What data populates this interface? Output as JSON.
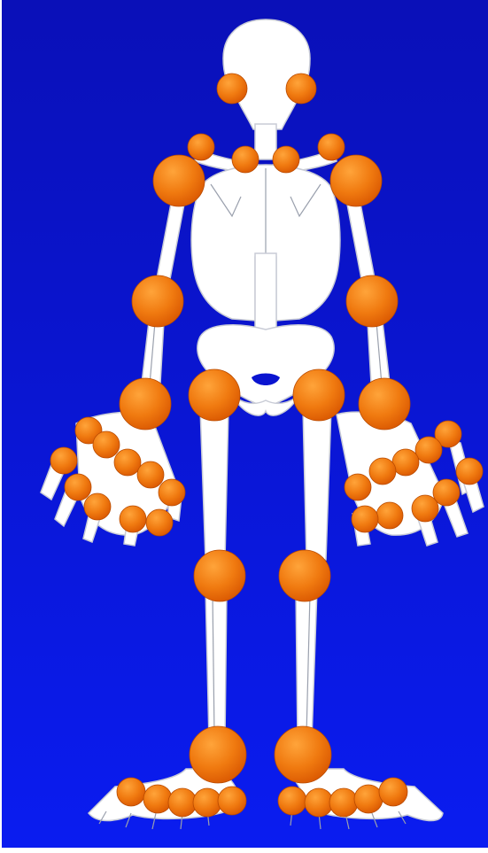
{
  "colors": {
    "background_top": "#0a10b8",
    "background_bottom": "#0a1cf0",
    "skeleton": "#ffffff",
    "joint_highlight": "#ffa43a",
    "joint_mid": "#f07a10",
    "joint_shadow": "#d85500"
  },
  "joints": [
    {
      "group": "jaw",
      "side": "right"
    },
    {
      "group": "jaw",
      "side": "left"
    },
    {
      "group": "acromioclavicular",
      "side": "right"
    },
    {
      "group": "sternoclavicular",
      "side": "right"
    },
    {
      "group": "sternoclavicular",
      "side": "left"
    },
    {
      "group": "acromioclavicular",
      "side": "left"
    },
    {
      "group": "shoulder",
      "side": "right"
    },
    {
      "group": "shoulder",
      "side": "left"
    },
    {
      "group": "elbow",
      "side": "right"
    },
    {
      "group": "elbow",
      "side": "left"
    },
    {
      "group": "wrist",
      "side": "right"
    },
    {
      "group": "hip",
      "side": "right"
    },
    {
      "group": "hip",
      "side": "left"
    },
    {
      "group": "wrist",
      "side": "left"
    },
    {
      "group": "knee",
      "side": "right"
    },
    {
      "group": "knee",
      "side": "left"
    },
    {
      "group": "ankle",
      "side": "right"
    },
    {
      "group": "ankle",
      "side": "left"
    },
    {
      "group": "hand-mcp",
      "side": "right"
    },
    {
      "group": "hand-mcp",
      "side": "right"
    },
    {
      "group": "hand-mcp",
      "side": "right"
    },
    {
      "group": "hand-mcp",
      "side": "right"
    },
    {
      "group": "hand-mcp",
      "side": "right"
    },
    {
      "group": "hand-pip",
      "side": "right"
    },
    {
      "group": "hand-pip",
      "side": "right"
    },
    {
      "group": "hand-pip",
      "side": "right"
    },
    {
      "group": "hand-pip",
      "side": "right"
    },
    {
      "group": "hand-pip",
      "side": "right"
    },
    {
      "group": "hand-mcp",
      "side": "left"
    },
    {
      "group": "hand-mcp",
      "side": "left"
    },
    {
      "group": "hand-mcp",
      "side": "left"
    },
    {
      "group": "hand-mcp",
      "side": "left"
    },
    {
      "group": "hand-mcp",
      "side": "left"
    },
    {
      "group": "hand-pip",
      "side": "left"
    },
    {
      "group": "hand-pip",
      "side": "left"
    },
    {
      "group": "hand-pip",
      "side": "left"
    },
    {
      "group": "hand-pip",
      "side": "left"
    },
    {
      "group": "hand-pip",
      "side": "left"
    },
    {
      "group": "foot-mtp",
      "side": "right"
    },
    {
      "group": "foot-mtp",
      "side": "right"
    },
    {
      "group": "foot-mtp",
      "side": "right"
    },
    {
      "group": "foot-mtp",
      "side": "right"
    },
    {
      "group": "foot-mtp",
      "side": "right"
    },
    {
      "group": "foot-mtp",
      "side": "left"
    },
    {
      "group": "foot-mtp",
      "side": "left"
    },
    {
      "group": "foot-mtp",
      "side": "left"
    },
    {
      "group": "foot-mtp",
      "side": "left"
    },
    {
      "group": "foot-mtp",
      "side": "left"
    }
  ]
}
